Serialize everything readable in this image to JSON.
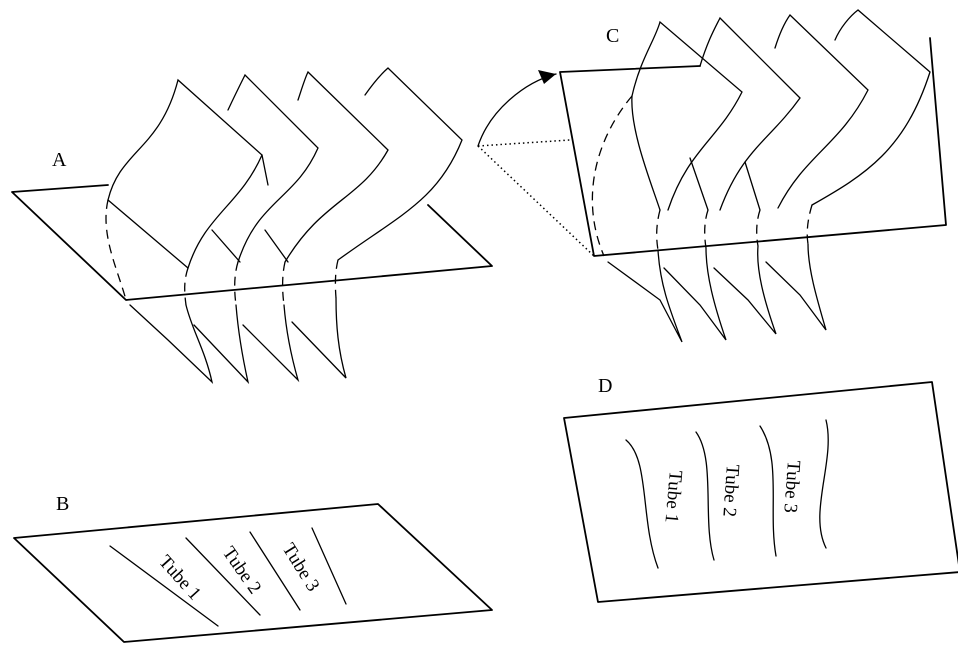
{
  "panels": {
    "a": {
      "label": "A"
    },
    "b": {
      "label": "B"
    },
    "c": {
      "label": "C"
    },
    "d": {
      "label": "D"
    }
  },
  "tubes": {
    "b": [
      "Tube 1",
      "Tube 2",
      "Tube 3"
    ],
    "d": [
      "Tube 1",
      "Tube 2",
      "Tube 3"
    ]
  },
  "icons": {
    "fold_arrow": "curved-fold-arrow-icon"
  }
}
